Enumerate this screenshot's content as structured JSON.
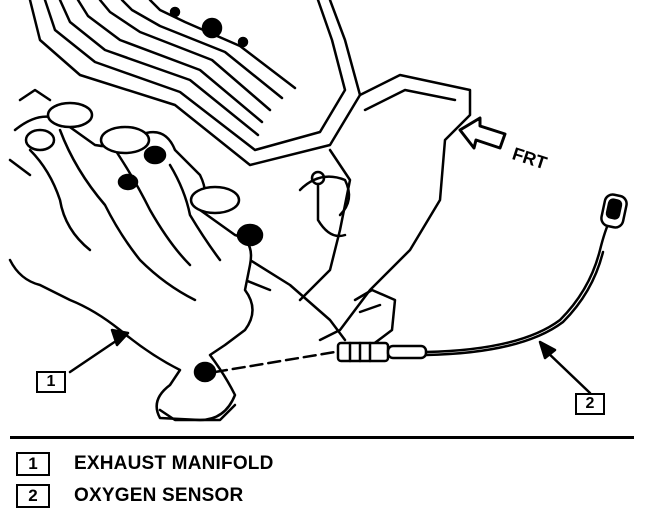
{
  "figure": {
    "frt_label": "FRT",
    "callouts": [
      "1",
      "2"
    ]
  },
  "legend": {
    "items": [
      {
        "number": "1",
        "label": "EXHAUST MANIFOLD"
      },
      {
        "number": "2",
        "label": "OXYGEN SENSOR"
      }
    ]
  }
}
